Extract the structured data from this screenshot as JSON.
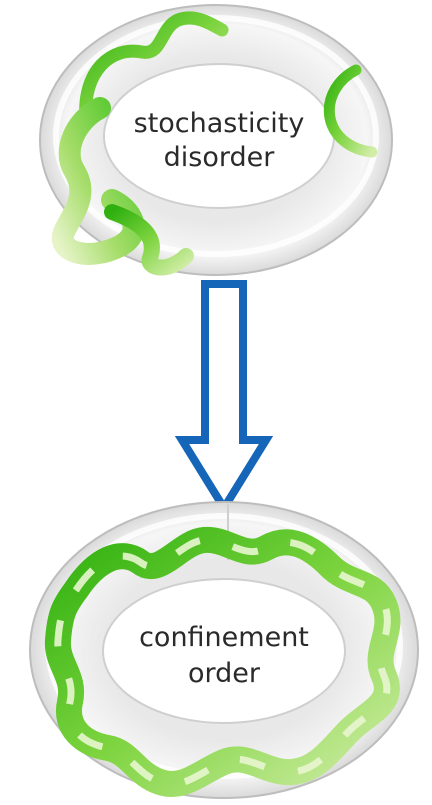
{
  "top_torus": {
    "line1": "stochasticity",
    "line2": "disorder"
  },
  "bottom_torus": {
    "line1": "confinement",
    "line2": "order"
  },
  "colors": {
    "torus_light": "#f4f4f4",
    "torus_shade": "#c9c9c9",
    "tube_dark": "#3fbf1f",
    "tube_light": "#c6e89a",
    "arrow": "#1565b8"
  }
}
